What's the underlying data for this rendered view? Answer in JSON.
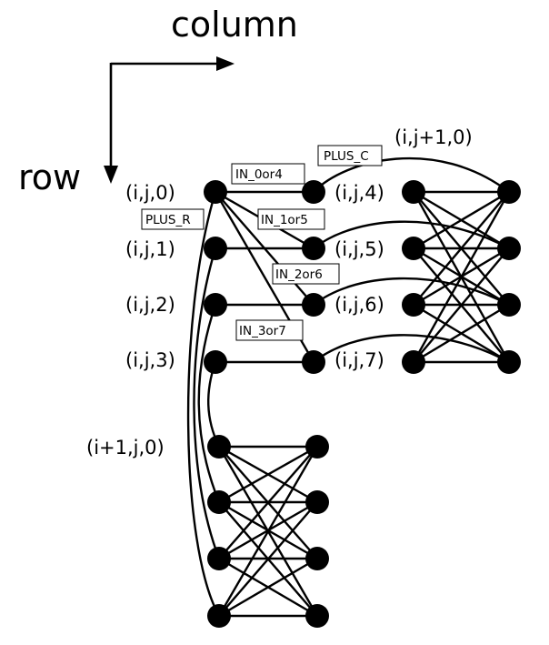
{
  "axes": {
    "column": "column",
    "row": "row"
  },
  "node_labels": [
    "(i,j,0)",
    "(i,j,1)",
    "(i,j,2)",
    "(i,j,3)",
    "(i,j,4)",
    "(i,j,5)",
    "(i,j,6)",
    "(i,j,7)",
    "(i,j+1,0)",
    "(i+1,j,0)"
  ],
  "edge_labels": [
    "IN_0or4",
    "IN_1or5",
    "IN_2or6",
    "IN_3or7",
    "PLUS_C",
    "PLUS_R"
  ],
  "colors": {
    "ink": "#000000",
    "background": "#ffffff"
  }
}
